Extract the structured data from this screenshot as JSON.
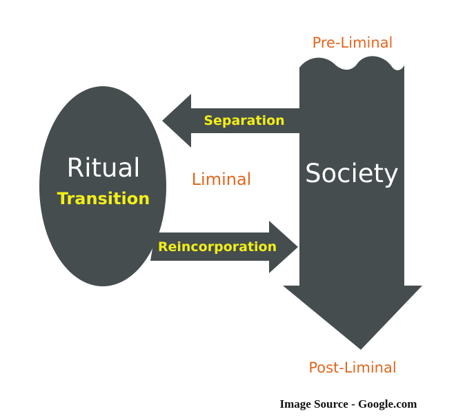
{
  "colors": {
    "shape_fill": "#454d4f",
    "stage_label": "#e4661d",
    "arrow_label": "#f2ef18",
    "title_label": "#ffffff",
    "caption": "#111111",
    "background": "#ffffff"
  },
  "stages": {
    "pre": "Pre-Liminal",
    "liminal": "Liminal",
    "post": "Post-Liminal"
  },
  "ritual": {
    "title": "Ritual",
    "subtitle": "Transition"
  },
  "society": {
    "title": "Society"
  },
  "arrows": {
    "separation": "Separation",
    "reincorporation": "Reincorporation"
  },
  "caption": "Image Source - Google.com"
}
